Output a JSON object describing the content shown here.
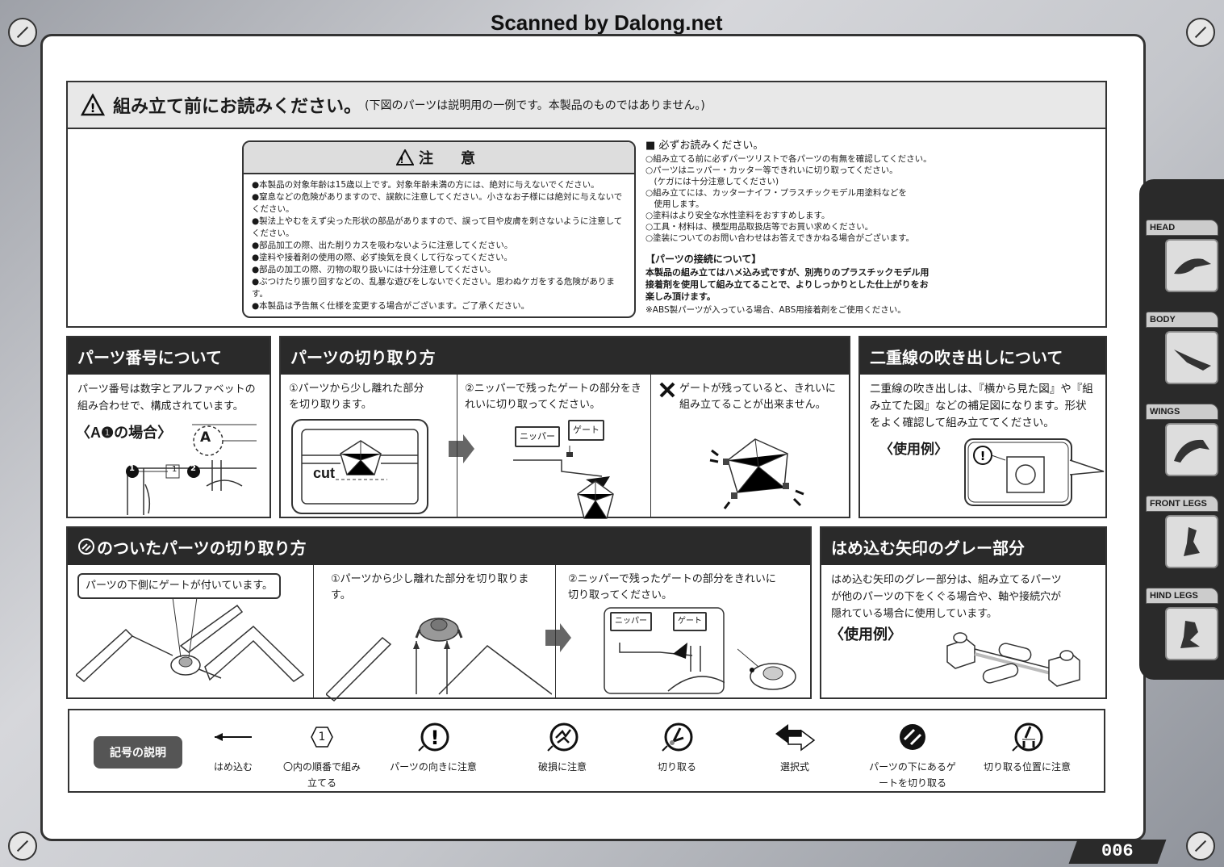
{
  "scan_watermark": "Scanned by Dalong.net",
  "top": {
    "title": "組み立て前にお読みください。",
    "subtitle": "(下図のパーツは説明用の一例です。本製品のものではありません。)",
    "caution_title": "注　意",
    "caution_items": [
      "●本製品の対象年齢は15歳以上です。対象年齢未満の方には、絶対に与えないでください。",
      "●窒息などの危険がありますので、誤飲に注意してください。小さなお子様には絶対に与えないでください。",
      "●製法上やむをえず尖った形状の部品がありますので、誤って目や皮膚を刺さないように注意してください。",
      "●部品加工の際、出た削りカスを吸わないように注意してください。",
      "●塗料や接着剤の使用の際、必ず換気を良くして行なってください。",
      "●部品の加工の際、刃物の取り扱いには十分注意してください。",
      "●ぶつけたり振り回すなどの、乱暴な遊びをしないでください。思わぬケガをする危険があります。",
      "●本製品は予告無く仕様を変更する場合がございます。ご了承ください。"
    ],
    "readme_title": "■ 必ずお読みください。",
    "readme_items": [
      "○組み立てる前に必ずパーツリストで各パーツの有無を確認してください。",
      "○パーツはニッパー・カッター等できれいに切り取ってください。",
      "　(ケガには十分注意してください)",
      "○組み立てには、カッターナイフ・プラスチックモデル用塗料などを",
      "　使用します。",
      "○塗料はより安全な水性塗料をおすすめします。",
      "○工具・材料は、模型用品取扱店等でお買い求めください。",
      "○塗装についてのお問い合わせはお答えできかねる場合がございます。"
    ],
    "connect_title": "【パーツの接続について】",
    "connect_text": "本製品の組み立てはハメ込み式ですが、別売りのプラスチックモデル用接着剤を使用して組み立てることで、よりしっかりとした仕上がりをお楽しみ頂けます。",
    "connect_note": "※ABS製パーツが入っている場合、ABS用接着剤をご使用ください。"
  },
  "parts_number": {
    "title": "パーツ番号について",
    "text": "パーツ番号は数字とアルファベットの組み合わせで、構成されています。",
    "example": "〈A❶の場合〉",
    "letter": "A",
    "n1": "1",
    "n2": "2",
    "n3": "1"
  },
  "cutting": {
    "title": "パーツの切り取り方",
    "step1": "①パーツから少し離れた部分を切り取ります。",
    "step2": "②ニッパーで残ったゲートの部分をきれいに切り取ってください。",
    "step3": "ゲートが残っていると、きれいに組み立てることが出来ません。",
    "cut_label": "cut",
    "nipper": "ニッパー",
    "gate": "ゲート"
  },
  "double_line": {
    "title": "二重線の吹き出しについて",
    "text": "二重線の吹き出しは、『横から見た図』や『組み立てた図』などの補足図になります。形状をよく確認して組み立ててください。",
    "example": "〈使用例〉"
  },
  "under_gate": {
    "title": "のついたパーツの切り取り方",
    "callout": "パーツの下側にゲートが付いています。",
    "step1": "①パーツから少し離れた部分を切り取ります。",
    "step2": "②ニッパーで残ったゲートの部分をきれいに切り取ってください。",
    "nipper": "ニッパー",
    "gate": "ゲート"
  },
  "gray_arrow": {
    "title": "はめ込む矢印のグレー部分",
    "text": "はめ込む矢印のグレー部分は、組み立てるパーツが他のパーツの下をくぐる場合や、軸や接続穴が隠れている場合に使用しています。",
    "example": "〈使用例〉"
  },
  "legend": {
    "title": "記号の説明",
    "items": [
      {
        "label": "はめ込む",
        "icon": "arrow-left-icon"
      },
      {
        "label": "〇内の順番で組み立てる",
        "icon": "hexagon-number-icon",
        "num": "1"
      },
      {
        "label": "パーツの向きに注意",
        "icon": "exclamation-icon"
      },
      {
        "label": "破損に注意",
        "icon": "breakage-icon"
      },
      {
        "label": "切り取る",
        "icon": "cut-icon"
      },
      {
        "label": "選択式",
        "icon": "double-arrow-icon"
      },
      {
        "label": "パーツの下にあるゲートを切り取る",
        "icon": "under-gate-icon"
      },
      {
        "label": "切り取る位置に注意",
        "icon": "cut-position-icon"
      }
    ]
  },
  "sidebar": {
    "tabs": [
      "HEAD",
      "BODY",
      "WINGS",
      "FRONT LEGS",
      "HIND LEGS"
    ]
  },
  "page_number": "006"
}
